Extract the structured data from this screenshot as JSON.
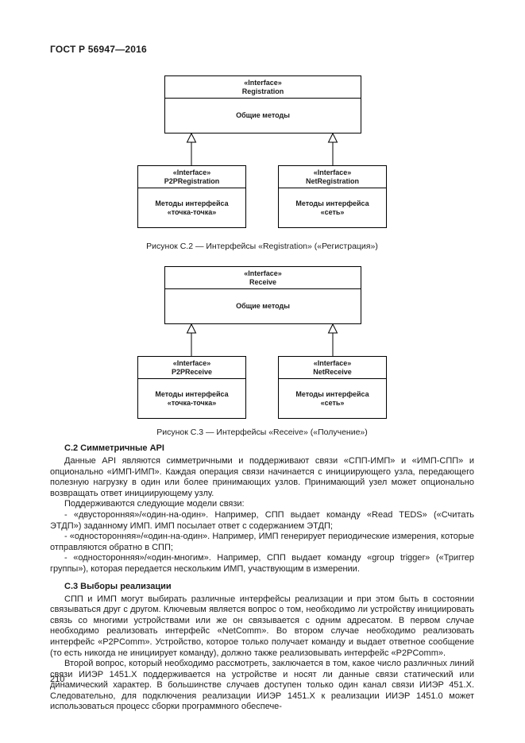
{
  "page": {
    "header": "ГОСТ Р 56947—2016",
    "page_number": "210"
  },
  "diagram1": {
    "parent": {
      "stereotype": "«Interface»",
      "name": "Registration",
      "methods": "Общие методы"
    },
    "child_left": {
      "stereotype": "«Interface»",
      "name": "P2PRegistration",
      "methods_line1": "Методы интерфейса",
      "methods_line2": "«точка-точка»"
    },
    "child_right": {
      "stereotype": "«Interface»",
      "name": "NetRegistration",
      "methods_line1": "Методы интерфейса",
      "methods_line2": "«сеть»"
    },
    "caption": "Рисунок С.2 — Интерфейсы «Registration» («Регистрация»)"
  },
  "diagram2": {
    "parent": {
      "stereotype": "«Interface»",
      "name": "Receive",
      "methods": "Общие методы"
    },
    "child_left": {
      "stereotype": "«Interface»",
      "name": "P2PReceive",
      "methods_line1": "Методы интерфейса",
      "methods_line2": "«точка-точка»"
    },
    "child_right": {
      "stereotype": "«Interface»",
      "name": "NetReceive",
      "methods_line1": "Методы интерфейса",
      "methods_line2": "«сеть»"
    },
    "caption": "Рисунок С.3 — Интерфейсы «Receive» («Получение»)"
  },
  "content": {
    "s2_heading": "С.2 Симметричные API",
    "s2_p1": "Данные API являются симметричными и поддерживают связи «СПП-ИМП» и «ИМП-СПП» и опционально «ИМП-ИМП». Каждая операция связи начинается с инициирующего узла, передающего полезную нагрузку в один или более принимающих узлов. Принимающий узел может опционально возвращать ответ инициирующему узлу.",
    "s2_p2": "Поддерживаются следующие модели связи:",
    "s2_li1": "- «двусторонняя»/«один-на-один». Например, СПП выдает команду «Read TEDS» («Считать ЭТДП») заданному ИМП. ИМП посылает ответ с содержанием ЭТДП;",
    "s2_li2": "- «односторонняя»/«один-на-один». Например, ИМП генерирует периодические измерения, которые отправляются обратно в СПП;",
    "s2_li3": "- «односторонняя»/«один-многим». Например, СПП выдает команду «group trigger» («Триггер группы»), которая передается нескольким ИМП, участвующим в измерении.",
    "s3_heading": "С.3 Выборы реализации",
    "s3_p1": "СПП и ИМП могут выбирать различные интерфейсы реализации и при этом быть в состоянии связываться друг с другом. Ключевым является вопрос о том, необходимо ли устройству инициировать связь со многими устройствами или же он связывается с одним адресатом. В первом случае необходимо реализовать интерфейс «NetComm». Во втором случае необходимо реализовать интерфейс «P2PComm». Устройство, которое только получает команду и выдает ответное сообщение (то есть никогда не инициирует команду), должно также реализовывать интерфейс «P2PComm».",
    "s3_p2": "Второй вопрос, который необходимо рассмотреть, заключается в том, какое число различных линий связи ИИЭР 1451.Х поддерживается на устройстве и носят ли данные связи статический или динамический характер. В большинстве случаев доступен только один канал связи ИИЭР 451.Х. Следовательно, для подключения реализации ИИЭР 1451.Х к реализации ИИЭР 1451.0 может использоваться процесс сборки программного обеспече-"
  }
}
